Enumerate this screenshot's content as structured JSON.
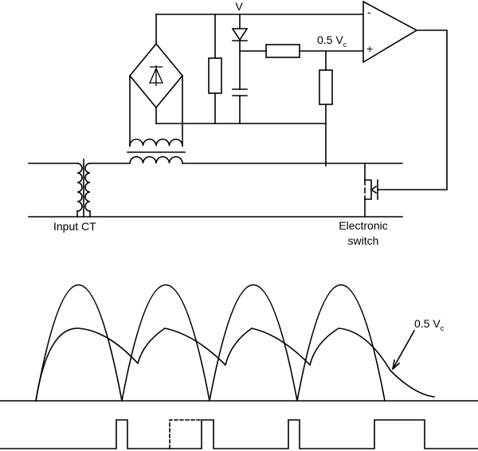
{
  "labels": {
    "supply": "V",
    "reference_main": "0.5 V",
    "reference_sub": "c",
    "opamp_minus": "-",
    "opamp_plus": "+",
    "input_ct": "Input CT",
    "switch_line1": "Electronic",
    "switch_line2": "switch",
    "waveform_main": "0.5 V",
    "waveform_sub": "c"
  }
}
